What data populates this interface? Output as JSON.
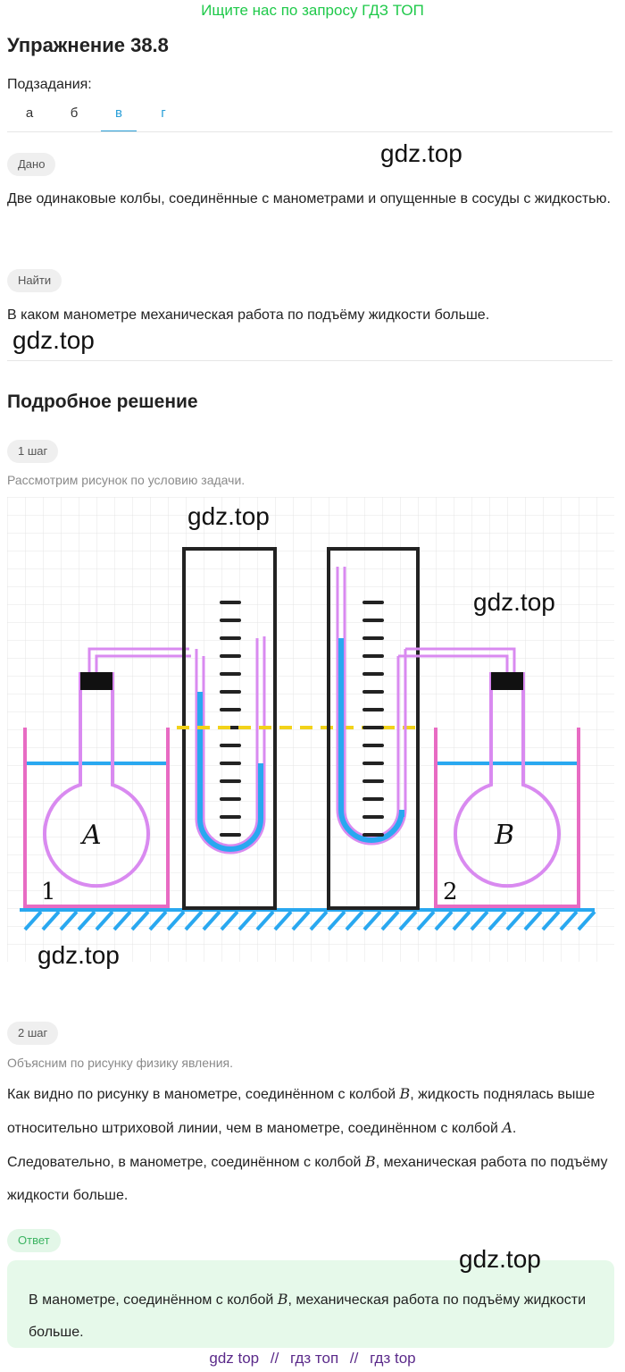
{
  "banner": "Ищите нас по запросу ГДЗ ТОП",
  "title": "Упражнение 38.8",
  "subtasks": {
    "label": "Подзадания:",
    "tabs": [
      "а",
      "б",
      "в",
      "г"
    ],
    "active_index": 2
  },
  "given": {
    "badge": "Дано",
    "text": "Две одинаковые колбы, соединённые с манометрами и опущенные в сосуды с жидкостью."
  },
  "find": {
    "badge": "Найти",
    "text": "В каком манометре механическая работа по подъёму жидкости больше."
  },
  "solution_heading": "Подробное решение",
  "step1": {
    "badge": "1 шаг",
    "caption": "Рассмотрим рисунок по условию задачи."
  },
  "figure": {
    "flask_a": "A",
    "flask_b": "B",
    "vessel_1": "1",
    "vessel_2": "2"
  },
  "step2": {
    "badge": "2 шаг",
    "caption": "Объясним по рисунку физику явления.",
    "text_parts": [
      "Как видно по рисунку в манометре, соединённом с колбой ",
      "B",
      ", жидкость поднялась выше относительно штриховой линии, чем в манометре, соединённом с колбой ",
      "A",
      ". Следовательно, в манометре, соединённом с колбой ",
      "B",
      ", механическая работа по подъёму жидкости больше."
    ]
  },
  "answer": {
    "badge": "Ответ",
    "text_parts": [
      "В манометре, соединённом с колбой ",
      "B",
      ", механическая работа по подъёму жидкости больше."
    ]
  },
  "watermark": "gdz.top",
  "footer": [
    "gdz top",
    "//",
    "гдз топ",
    "//",
    "гдз top"
  ],
  "colors": {
    "banner_green": "#1fc94a",
    "accent_blue": "#2a9fd8",
    "liquid_blue": "#29a8f0",
    "vessel_pink": "#e86bc3",
    "tube_violet": "#d98af0",
    "dashed_yellow": "#f2d21a",
    "footer_purple": "#5b2a8a"
  }
}
